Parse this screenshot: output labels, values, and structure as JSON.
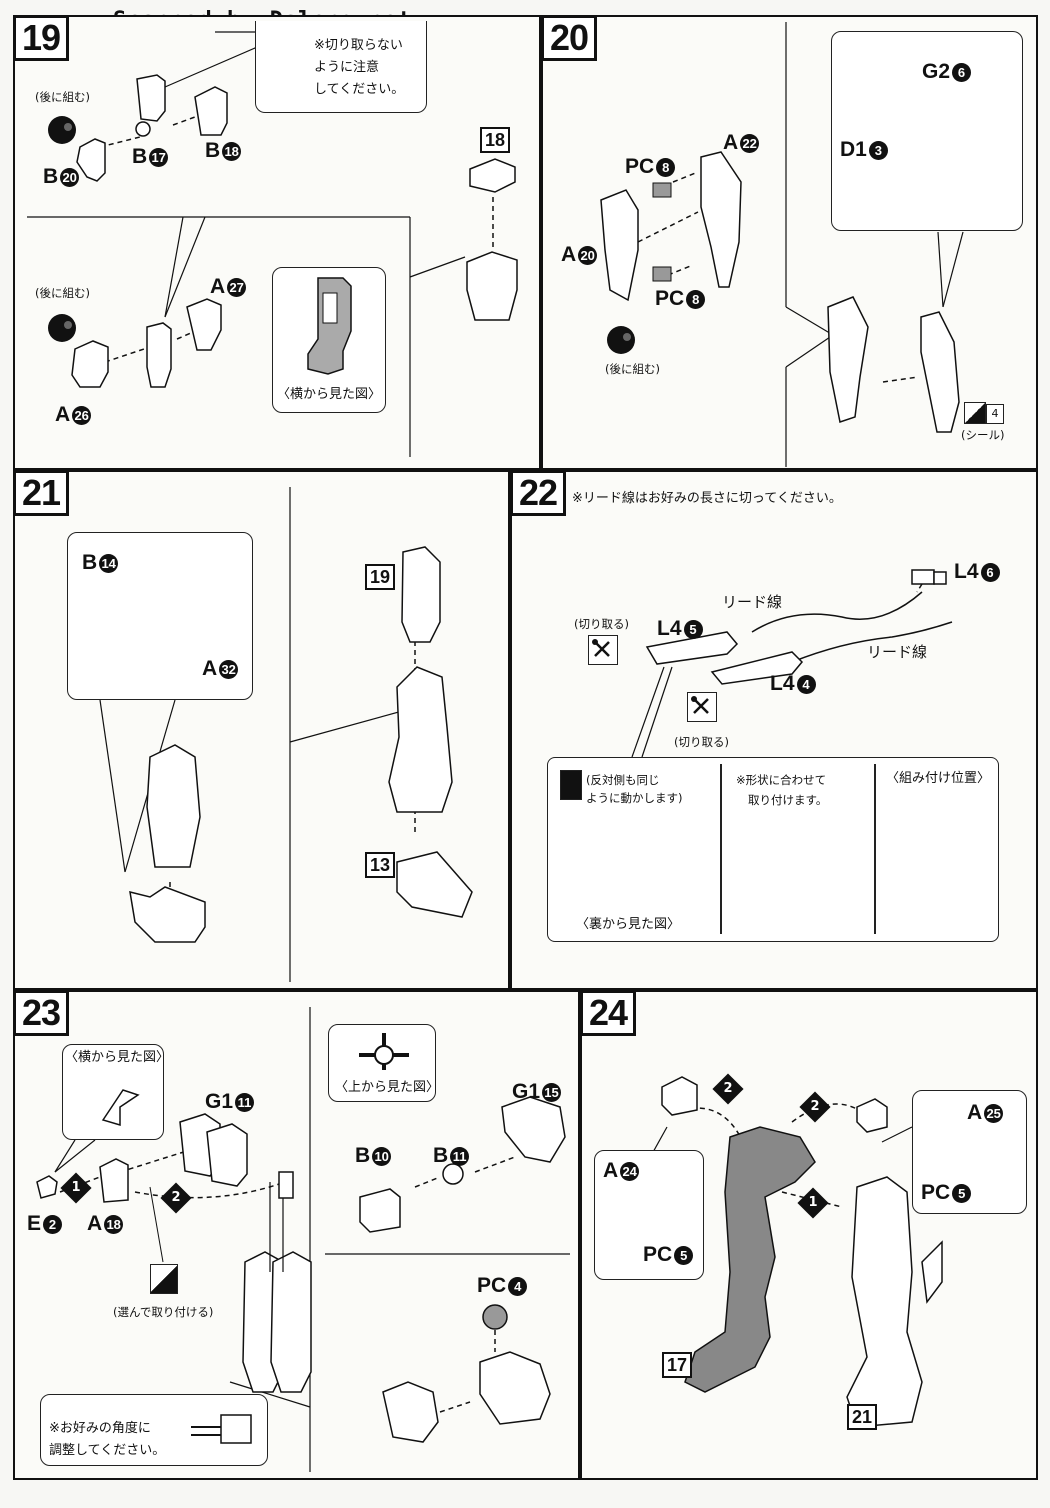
{
  "watermark": "Scanned by Dalong.net",
  "step19": {
    "number": "19",
    "warning": [
      "※切り取らない",
      "ように注意",
      "してください。"
    ],
    "assemble_later_a": "(後に組む)",
    "assemble_later_b": "(後に組む)",
    "parts": {
      "b20": "B",
      "b17": "B",
      "b18": "B",
      "a27": "A",
      "a26": "A"
    },
    "part_nums": {
      "b20": "20",
      "b17": "17",
      "b18": "18",
      "a27": "27",
      "a26": "26"
    },
    "ref": "18",
    "side_view": "〈横から見た図〉"
  },
  "step20": {
    "number": "20",
    "parts": {
      "pc8a": "PC",
      "a22": "A",
      "a20": "A",
      "pc8b": "PC",
      "g26": "G2",
      "d13": "D1"
    },
    "part_nums": {
      "pc8a": "8",
      "a22": "22",
      "a20": "20",
      "pc8b": "8",
      "g26": "6",
      "d13": "3"
    },
    "assemble_later": "(後に組む)",
    "sticker": "(シール)",
    "sticker_num": "4"
  },
  "step21": {
    "number": "21",
    "parts": {
      "b14": "B",
      "a32": "A"
    },
    "part_nums": {
      "b14": "14",
      "a32": "32"
    },
    "ref19": "19",
    "ref13": "13"
  },
  "step22": {
    "number": "22",
    "instruction": "※リード線はお好みの長さに切ってください。",
    "parts": {
      "l46": "L4",
      "l45": "L4",
      "l44": "L4"
    },
    "part_nums": {
      "l46": "6",
      "l45": "5",
      "l44": "4"
    },
    "lead_wire_a": "リード線",
    "lead_wire_b": "リード線",
    "cut_a": "(切り取る)",
    "cut_b": "(切り取る)",
    "reverse_note": [
      "(反対側も同じ",
      "ように動かします)"
    ],
    "back_view": "〈裏から見た図〉",
    "shape_note": [
      "※形状に合わせて",
      "取り付けます。"
    ],
    "position_view": "〈組み付け位置〉"
  },
  "step23": {
    "number": "23",
    "side_view": "〈横から見た図〉",
    "top_view": "〈上から見た図〉",
    "parts": {
      "g111": "G1",
      "e2": "E",
      "a18": "A",
      "b10": "B",
      "b11": "B",
      "g115": "G1",
      "pc4": "PC"
    },
    "part_nums": {
      "g111": "11",
      "e2": "2",
      "a18": "18",
      "b10": "10",
      "b11": "11",
      "g115": "15",
      "pc4": "4"
    },
    "select_note": "(選んで取り付ける)",
    "angle_note": [
      "※お好みの角度に",
      "調整してください。"
    ],
    "seq": [
      "1",
      "2"
    ]
  },
  "step24": {
    "number": "24",
    "parts": {
      "a24": "A",
      "pc5a": "PC",
      "a25": "A",
      "pc5b": "PC"
    },
    "part_nums": {
      "a24": "24",
      "pc5a": "5",
      "a25": "25",
      "pc5b": "5"
    },
    "ref17": "17",
    "ref21": "21",
    "seq": [
      "2",
      "2",
      "1"
    ]
  },
  "colors": {
    "ink": "#111111",
    "paper": "#f7f7f4",
    "shade": "#7a7a7a"
  }
}
